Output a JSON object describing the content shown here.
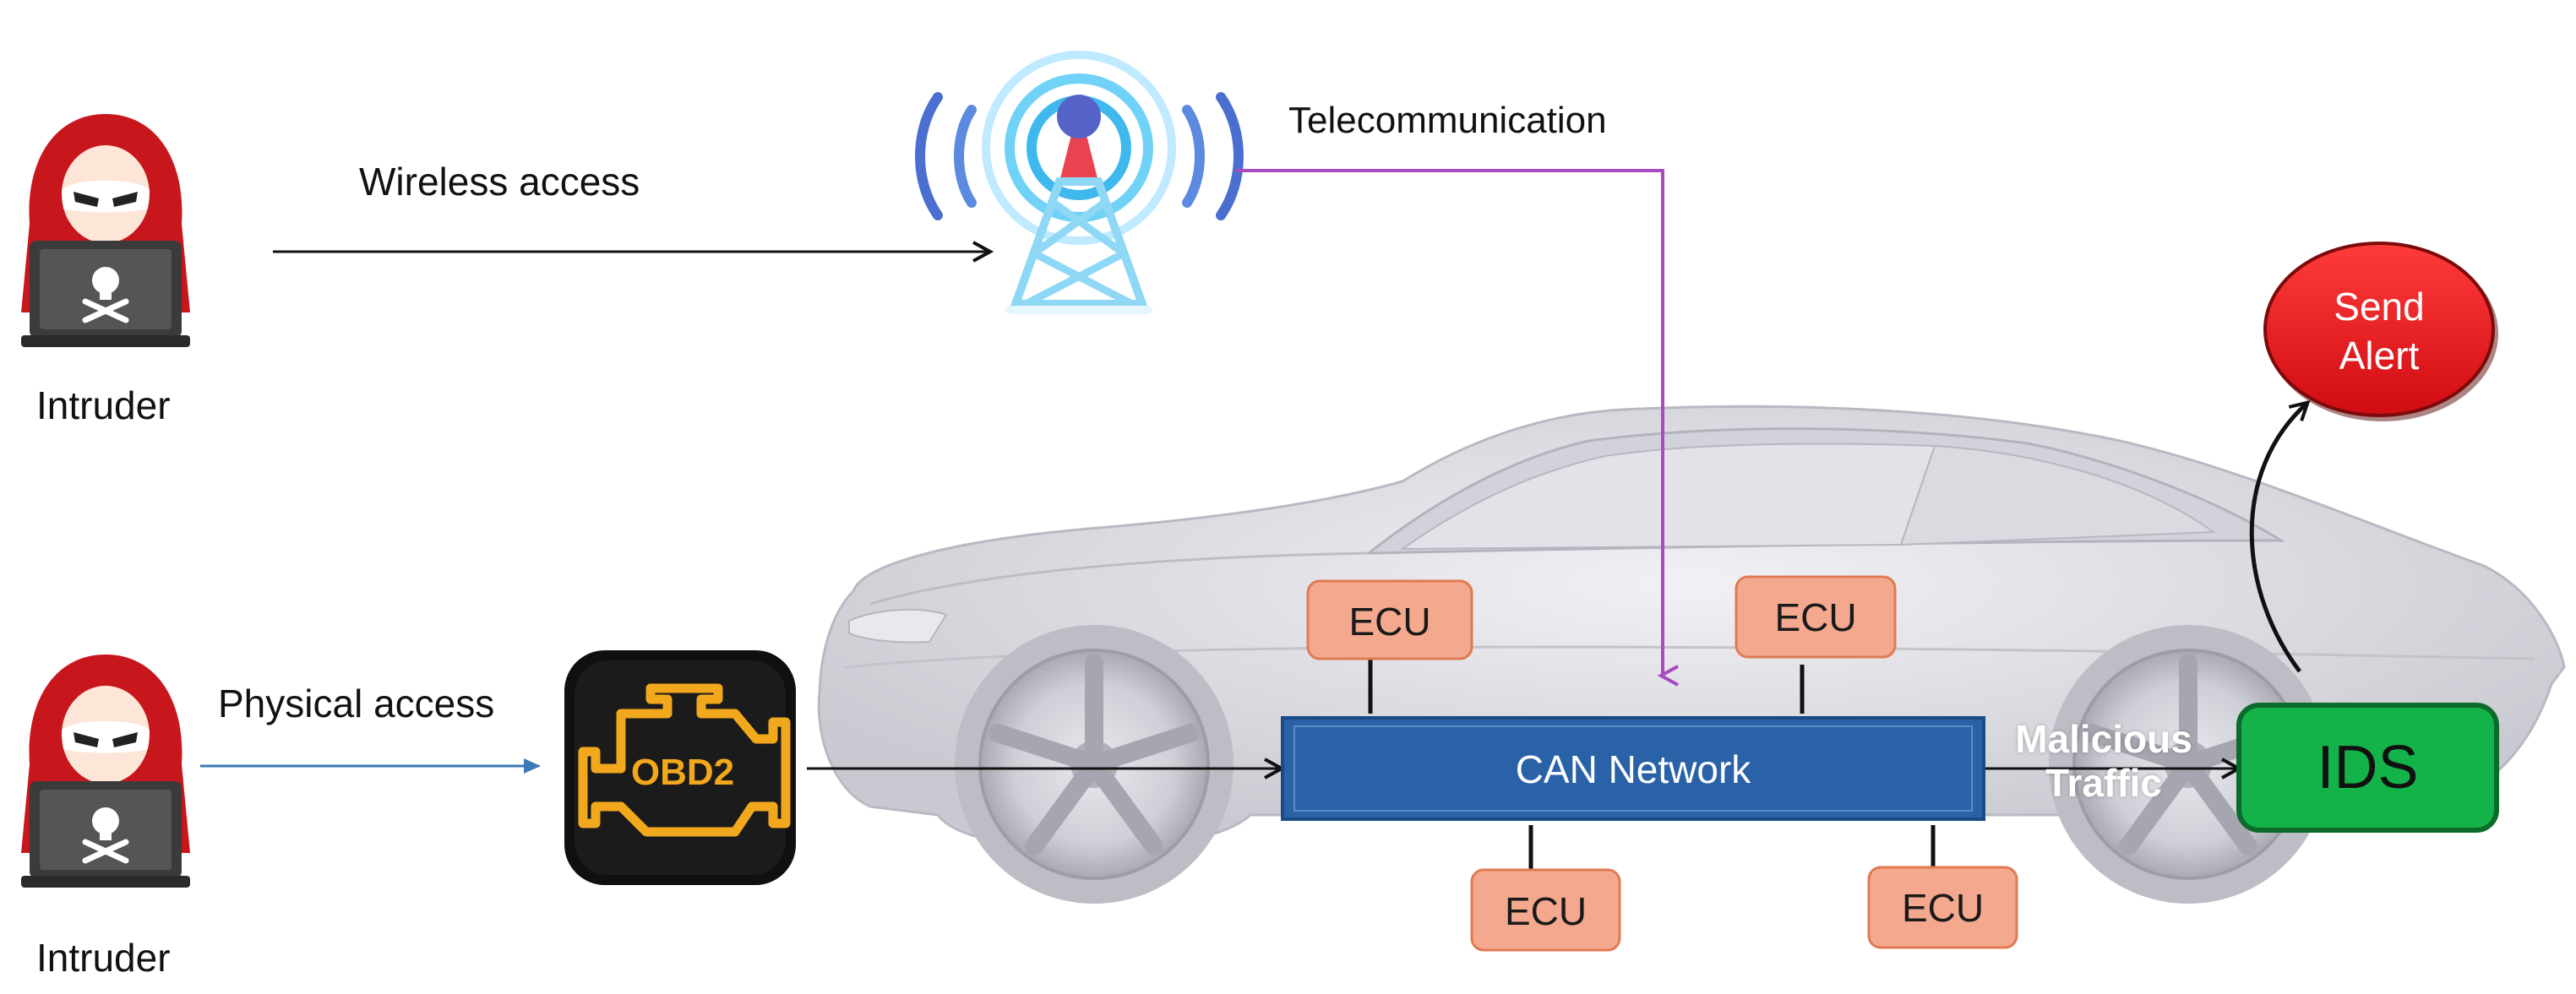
{
  "labels": {
    "intruder_top": "Intruder",
    "intruder_bottom": "Intruder",
    "wireless_access": "Wireless access",
    "physical_access": "Physical  access",
    "telecommunication": "Telecommunication",
    "obd2": "OBD2",
    "can_network": "CAN Network",
    "malicious_line1": "Malicious",
    "malicious_line2": "Traffic",
    "ids": "IDS",
    "alert_line1": "Send",
    "alert_line2": "Alert",
    "ecu_top_left": "ECU",
    "ecu_top_right": "ECU",
    "ecu_bottom_left": "ECU",
    "ecu_bottom_right": "ECU"
  },
  "icons": {
    "intruder": "hooded-hacker-with-laptop-icon",
    "tower": "radio-tower-icon",
    "obd": "check-engine-icon",
    "car": "car-silhouette"
  },
  "colors": {
    "hacker_red": "#c8161d",
    "can_blue": "#2a62a8",
    "ecu_fill": "#f4a98f",
    "ecu_border": "#e07a52",
    "ids_green": "#14b34a",
    "alert_red": "#e3141b",
    "telecom_purple": "#a74bbf",
    "physical_arrow": "#3b78b5",
    "obd_orange": "#f2a81c",
    "car_grey": "#d9d9df"
  }
}
